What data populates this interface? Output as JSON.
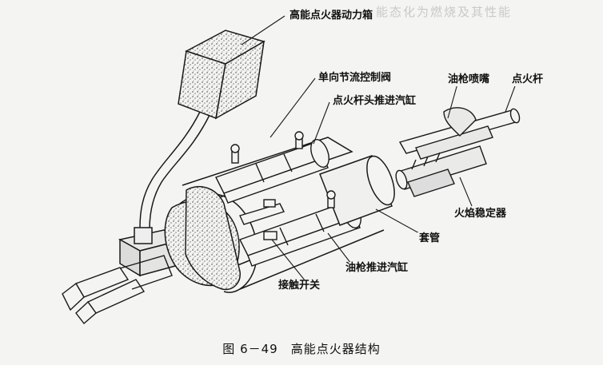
{
  "figure": {
    "caption": "图 6－49　高能点火器结构"
  },
  "labels": {
    "power_box": "高能点火器动力箱",
    "check_valve": "单向节流控制阀",
    "igniter_rod_cylinder": "点火杆头推进汽缸",
    "oil_gun_nozzle": "油枪喷嘴",
    "igniter_rod": "点火杆",
    "flame_stabilizer": "火焰稳定器",
    "sleeve": "套管",
    "oil_gun_cylinder": "油枪推进汽缸",
    "contact_switch": "接触开关"
  },
  "colors": {
    "line": "#1a1a1a",
    "paper": "#f4f4f2",
    "faint_text": "#c9c9c9"
  }
}
